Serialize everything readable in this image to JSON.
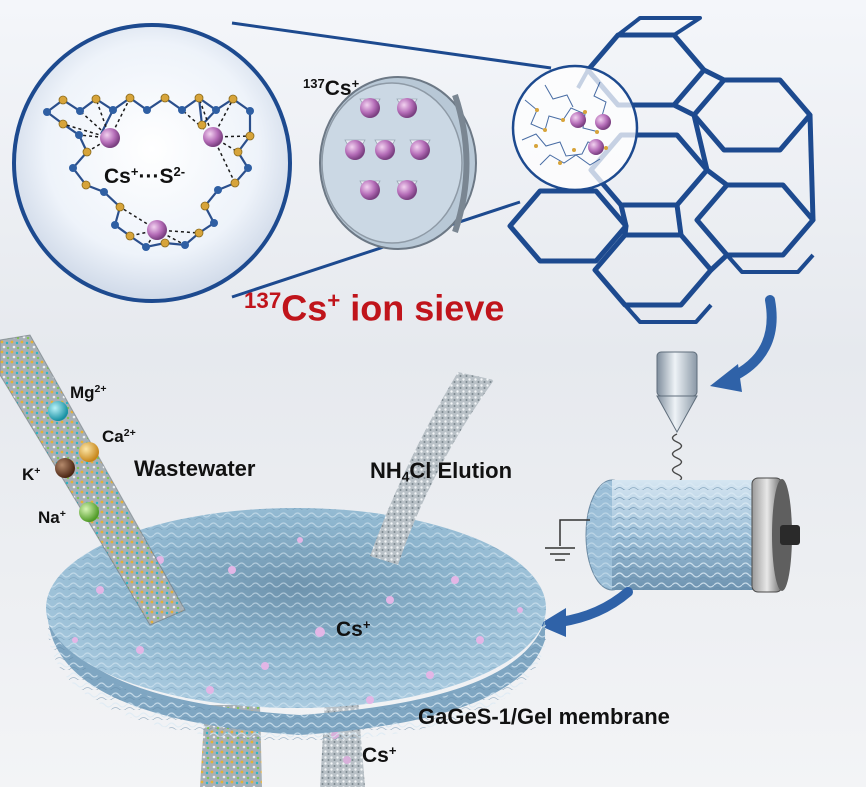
{
  "labels": {
    "cs_s_interaction": {
      "a": "Cs",
      "a_sup": "+",
      "mid": "···S",
      "b_sup": "2-"
    },
    "cs137_small": {
      "sup": "137",
      "base": "Cs",
      "charge": "+"
    },
    "ion_sieve": {
      "sup": "137",
      "base": "Cs",
      "charge": "+",
      "rest": " ion sieve"
    },
    "mg": {
      "base": "Mg",
      "charge": "2+"
    },
    "ca": {
      "base": "Ca",
      "charge": "2+"
    },
    "k": {
      "base": "K",
      "charge": "+"
    },
    "na": {
      "base": "Na",
      "charge": "+"
    },
    "wastewater": "Wastewater",
    "elution": {
      "pre": "NH",
      "sub": "4",
      "post": "Cl Elution"
    },
    "cs_center": {
      "base": "Cs",
      "charge": "+"
    },
    "cs_bottom": {
      "base": "Cs",
      "charge": "+"
    },
    "membrane": "GaGeS-1/Gel membrane"
  },
  "colors": {
    "framework_blue": "#1d4a8f",
    "cesium_pink": "#b56db8",
    "sulfur_yellow": "#d7a43a",
    "title_red": "#c0141b",
    "membrane_blue": "#9ec4dc",
    "arrow_blue": "#2f62a8",
    "mg_ion": "#27b3c7",
    "ca_ion": "#e2a92a",
    "k_ion": "#6b3b22",
    "na_ion": "#79c443"
  }
}
